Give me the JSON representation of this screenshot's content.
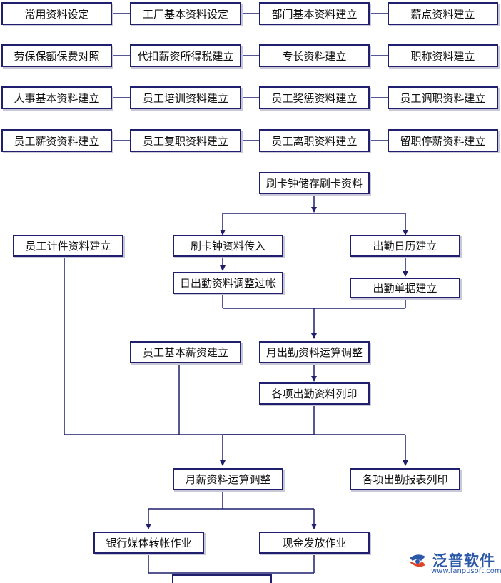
{
  "colors": {
    "line": "#1f1f6e",
    "box_border": "#1f1f6e",
    "logo": "#2b58a8"
  },
  "grid": [
    [
      "常用资料设定",
      "工厂基本资料设定",
      "部门基本资料建立",
      "薪点资料建立"
    ],
    [
      "劳保保额保费对照",
      "代扣薪资所得税建立",
      "专长资料建立",
      "职称资料建立"
    ],
    [
      "人事基本资料建立",
      "员工培训资料建立",
      "员工奖惩资料建立",
      "员工调职资料建立"
    ],
    [
      "员工薪资资料建立",
      "员工复职资料建立",
      "员工离职资料建立",
      "留职停薪资料建立"
    ]
  ],
  "flow": {
    "card_storage": "刷卡钟储存刷卡资料",
    "piece_rate": "员工计件资料建立",
    "card_import": "刷卡钟资料传入",
    "attendance_calendar": "出勤日历建立",
    "daily_posting": "日出勤资料调整过帐",
    "attendance_doc": "出勤单据建立",
    "basic_salary": "员工基本薪资建立",
    "monthly_calc": "月出勤资料运算调整",
    "attendance_print": "各项出勤资料列印",
    "monthly_salary": "月薪资料运算调整",
    "attendance_report": "各项出勤报表列印",
    "bank_transfer": "银行媒体转帐作业",
    "cash_payment": "现金发放作业"
  },
  "logo": {
    "name": "泛普软件",
    "url": "www.fanpusoft.com",
    "icon": "fanpu-logo-icon"
  }
}
